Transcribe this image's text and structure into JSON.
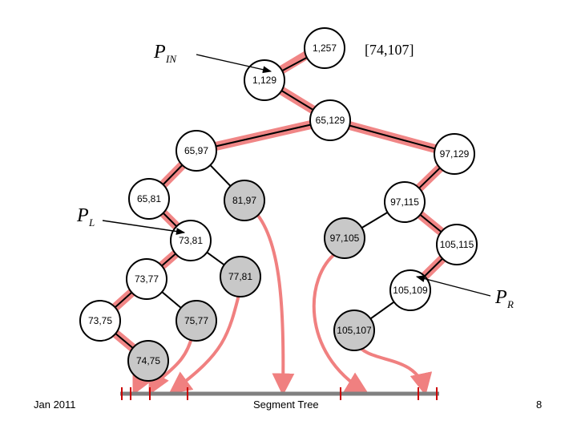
{
  "query_interval": "[74,107]",
  "labels": {
    "p_in_main": "P",
    "p_in_sub": "IN",
    "p_l_main": "P",
    "p_l_sub": "L",
    "p_r_main": "P",
    "p_r_sub": "R"
  },
  "nodes": [
    {
      "id": "n1257",
      "label": "1,257",
      "fill": "white"
    },
    {
      "id": "n1129",
      "label": "1,129",
      "fill": "white"
    },
    {
      "id": "n65129",
      "label": "65,129",
      "fill": "white"
    },
    {
      "id": "n6597",
      "label": "65,97",
      "fill": "white"
    },
    {
      "id": "n97129",
      "label": "97,129",
      "fill": "white"
    },
    {
      "id": "n6581",
      "label": "65,81",
      "fill": "white"
    },
    {
      "id": "n8197",
      "label": "81,97",
      "fill": "gray"
    },
    {
      "id": "n97115",
      "label": "97,115",
      "fill": "white"
    },
    {
      "id": "n7381",
      "label": "73,81",
      "fill": "white"
    },
    {
      "id": "n97105",
      "label": "97,105",
      "fill": "gray"
    },
    {
      "id": "n105115",
      "label": "105,115",
      "fill": "white"
    },
    {
      "id": "n7377",
      "label": "73,77",
      "fill": "white"
    },
    {
      "id": "n7781",
      "label": "77,81",
      "fill": "gray"
    },
    {
      "id": "n105109",
      "label": "105,109",
      "fill": "white"
    },
    {
      "id": "n7375",
      "label": "73,75",
      "fill": "white"
    },
    {
      "id": "n7577",
      "label": "75,77",
      "fill": "gray"
    },
    {
      "id": "n105107",
      "label": "105,107",
      "fill": "gray"
    },
    {
      "id": "n7475",
      "label": "74,75",
      "fill": "gray"
    }
  ],
  "colors": {
    "highlight": "#f08080",
    "gray_node": "#c8c8c8",
    "segment_line": "#808080",
    "tick": "#cc0000"
  },
  "footer": {
    "left": "Jan 2011",
    "center": "Segment Tree",
    "right": "8"
  }
}
